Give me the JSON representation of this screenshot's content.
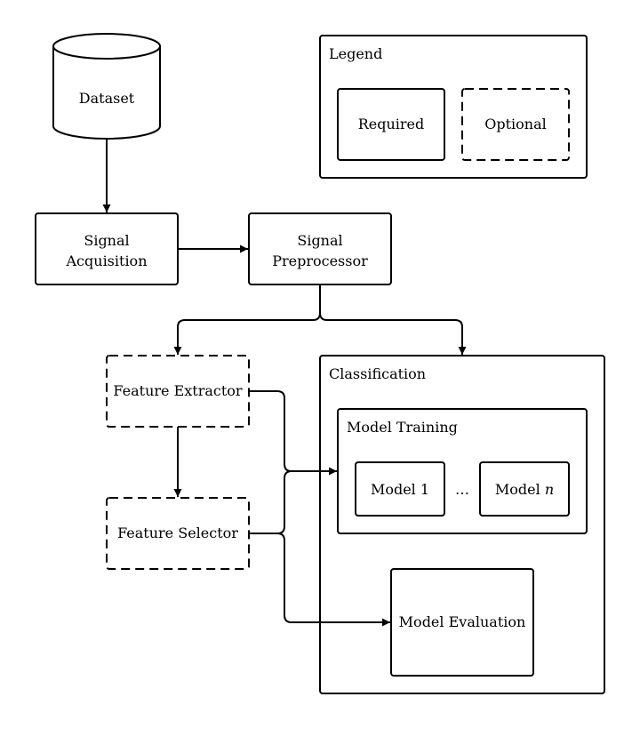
{
  "dataset": {
    "label": "Dataset"
  },
  "legend": {
    "title": "Legend",
    "required": "Required",
    "optional": "Optional"
  },
  "signal_acquisition": {
    "line1": "Signal",
    "line2": "Acquisition"
  },
  "signal_preprocessor": {
    "line1": "Signal",
    "line2": "Preprocessor"
  },
  "feature_extractor": {
    "label": "Feature Extractor"
  },
  "feature_selector": {
    "label": "Feature Selector"
  },
  "classification": {
    "title": "Classification"
  },
  "model_training": {
    "title": "Model Training"
  },
  "model_1": {
    "label": "Model 1"
  },
  "model_n": {
    "label_prefix": "Model ",
    "label_var": "n"
  },
  "ellipsis": "…",
  "model_evaluation": {
    "label": "Model Evaluation"
  }
}
